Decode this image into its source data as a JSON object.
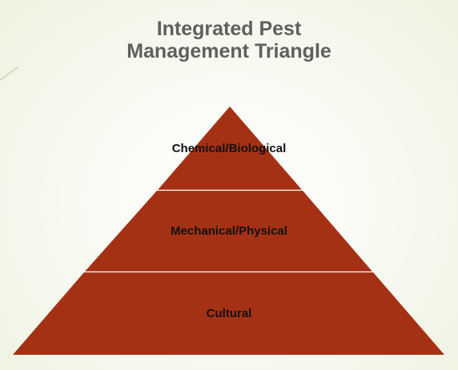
{
  "title": {
    "line1": "Integrated Pest",
    "line2": "Management Triangle"
  },
  "pyramid": {
    "tiers": [
      {
        "label": "Chemical/Biological"
      },
      {
        "label": "Mechanical/Physical"
      },
      {
        "label": "Cultural"
      }
    ]
  },
  "colors": {
    "tier_fill": "#a53115",
    "divider": "#ffffff",
    "title_text": "#5f5f5f",
    "accent_line": "#c9d4a6"
  }
}
